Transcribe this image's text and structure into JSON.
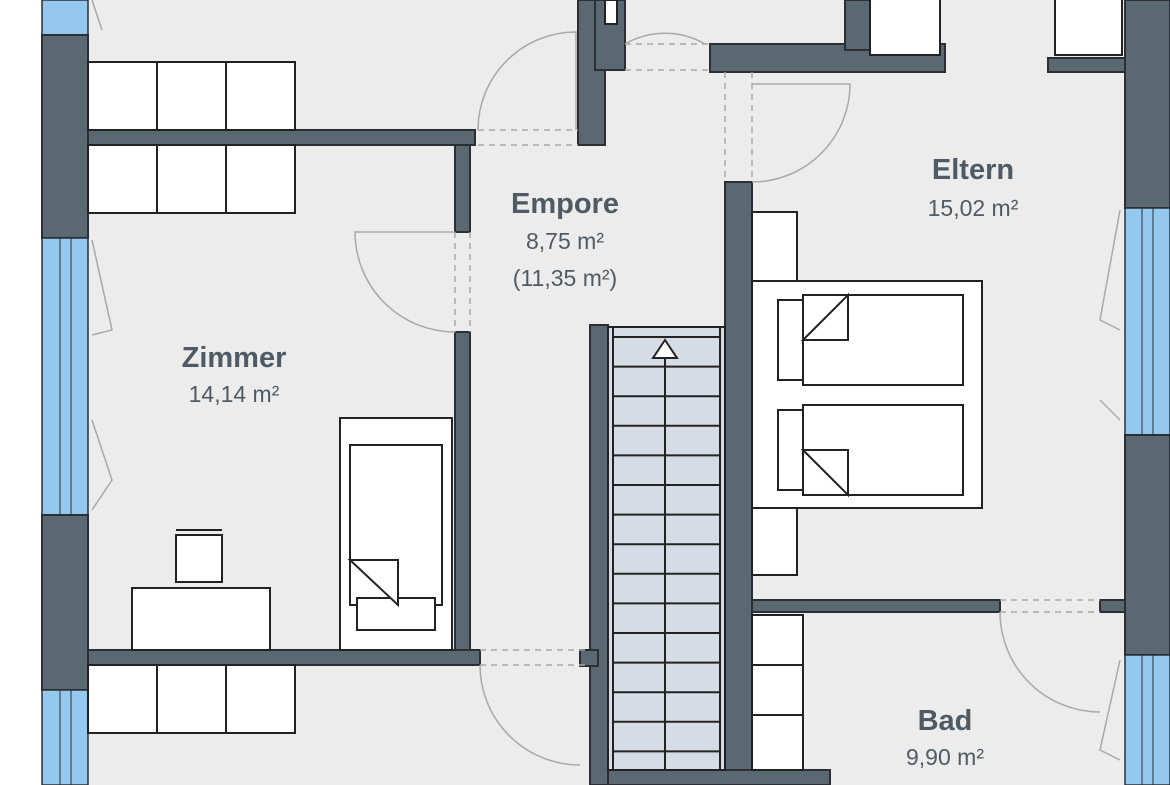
{
  "rooms": [
    {
      "name": "Zimmer",
      "area": "14,14 m²"
    },
    {
      "name": "Empore",
      "area": "8,75 m²",
      "area_alt": "(11,35 m²)"
    },
    {
      "name": "Eltern",
      "area": "15,02 m²"
    },
    {
      "name": "Bad",
      "area": "9,90 m²"
    }
  ],
  "colors": {
    "wall": "#5a6872",
    "floor": "#ececec",
    "window": "#95c8ee",
    "stairs": "#d5dce5"
  }
}
